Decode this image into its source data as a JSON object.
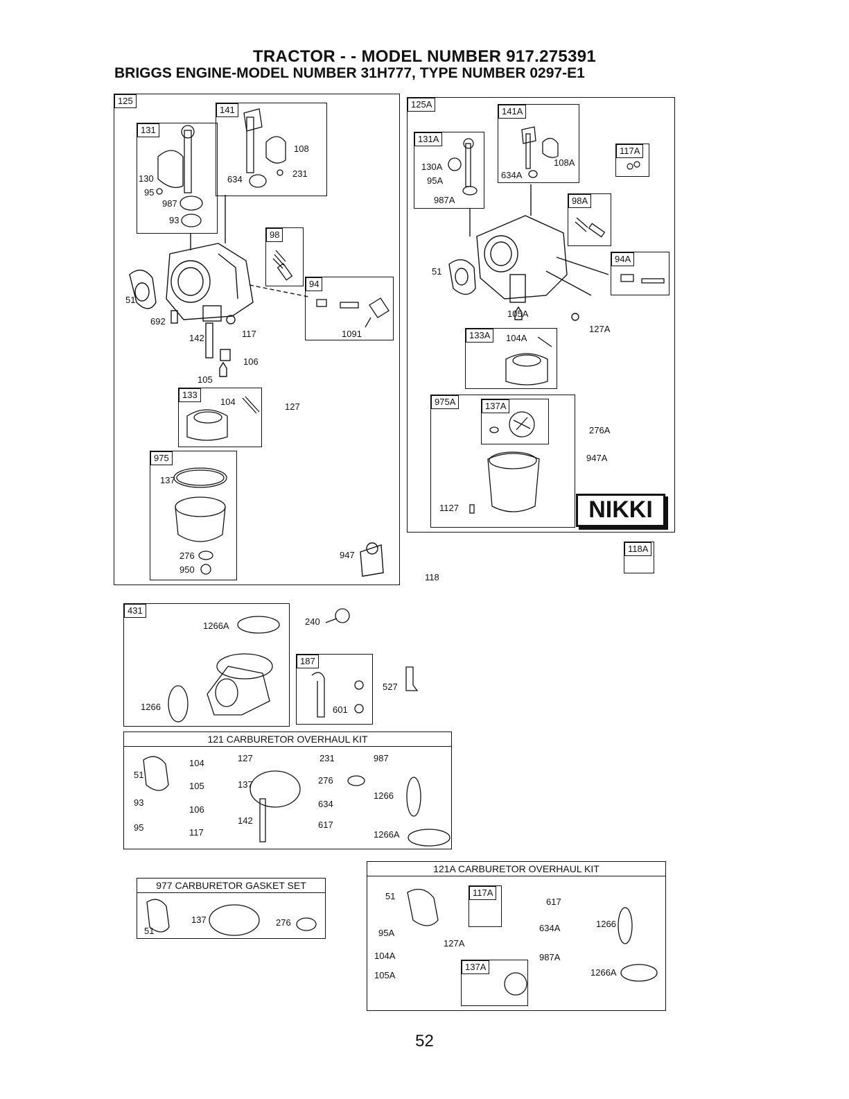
{
  "title": {
    "line1": "TRACTOR - - MODEL NUMBER  917.275391",
    "line2": "BRIGGS ENGINE-MODEL NUMBER 31H777, TYPE NUMBER 0297-E1"
  },
  "left_diagram": {
    "box_tag": "125",
    "subassemblies": {
      "s131": {
        "tag": "131",
        "parts": [
          "130",
          "95",
          "987",
          "93"
        ]
      },
      "s141": {
        "tag": "141",
        "parts": [
          "108",
          "231",
          "634"
        ]
      },
      "s98": {
        "tag": "98"
      },
      "s94": {
        "tag": "94",
        "parts": [
          "1091"
        ]
      },
      "s133": {
        "tag": "133",
        "parts": [
          "104"
        ]
      },
      "s975": {
        "tag": "975",
        "parts": [
          "137",
          "276",
          "950"
        ]
      }
    },
    "loose_parts": [
      "51",
      "692",
      "142",
      "117",
      "106",
      "105",
      "127",
      "947"
    ]
  },
  "right_diagram": {
    "box_tag": "125A",
    "subassemblies": {
      "s131A": {
        "tag": "131A",
        "parts": [
          "130A",
          "95A",
          "987A"
        ]
      },
      "s141A": {
        "tag": "141A",
        "parts": [
          "108A",
          "634A"
        ]
      },
      "s117A": {
        "tag": "117A"
      },
      "s98A": {
        "tag": "98A"
      },
      "s94A": {
        "tag": "94A"
      },
      "s133A": {
        "tag": "133A",
        "parts": [
          "104A"
        ]
      },
      "s975A": {
        "tag": "975A",
        "parts": [
          "1127"
        ]
      },
      "s137A": {
        "tag": "137A"
      }
    },
    "loose_parts": [
      "51",
      "105A",
      "127A",
      "276A",
      "947A"
    ],
    "brand": "NIKKI"
  },
  "outside_parts": {
    "p118A": "118A",
    "p118": "118"
  },
  "kit431": {
    "tag": "431",
    "parts": [
      "1266A",
      "1266"
    ]
  },
  "p240": "240",
  "kit187": {
    "tag": "187",
    "parts": [
      "601"
    ]
  },
  "p527": "527",
  "kit121": {
    "title": "121 CARBURETOR OVERHAUL KIT",
    "parts": [
      "51",
      "93",
      "95",
      "104",
      "105",
      "106",
      "117",
      "127",
      "137",
      "142",
      "231",
      "276",
      "634",
      "617",
      "987",
      "1266",
      "1266A"
    ]
  },
  "kit977": {
    "title": "977 CARBURETOR GASKET SET",
    "parts": [
      "51",
      "137",
      "276"
    ]
  },
  "kit121A": {
    "title": "121A CARBURETOR OVERHAUL KIT",
    "parts": [
      "51",
      "95A",
      "104A",
      "105A",
      "117A",
      "127A",
      "137A",
      "617",
      "634A",
      "987A",
      "1266",
      "1266A"
    ]
  },
  "page_number": "52"
}
